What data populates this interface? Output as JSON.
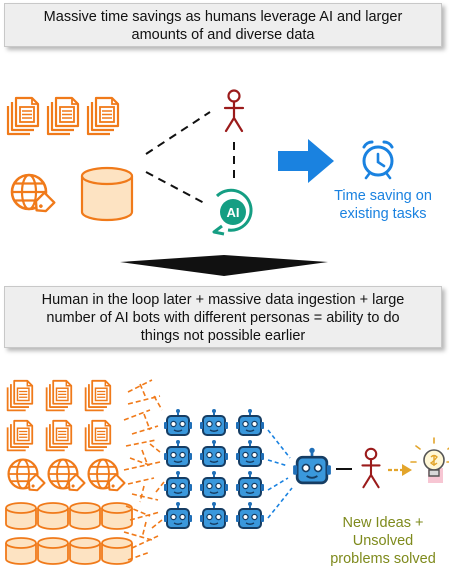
{
  "top_banner": {
    "line1": "Massive time savings as humans leverage AI and larger",
    "line2": "amounts of and diverse data"
  },
  "middle_banner": {
    "line1": "Human in the loop later + massive data ingestion + large",
    "line2": "number of AI bots with different personas = ability to do",
    "line3": "things not possible earlier"
  },
  "ai_badge": "AI",
  "time_caption": {
    "line1": "Time saving on",
    "line2": "existing tasks"
  },
  "outcome_caption": {
    "line1": "New Ideas +",
    "line2": "Unsolved",
    "line3": "problems solved"
  },
  "colors": {
    "orange": "#f07a1a",
    "blue": "#1a82e0",
    "teal": "#159e83",
    "dark_red": "#9b1b1b",
    "olive": "#7e8a1c",
    "robot_blue": "#1f6fb8",
    "drum_fill": "#fde3c2"
  },
  "icons": {
    "documents": "document-stack-icon",
    "globe": "globe-icon",
    "database": "database-icon",
    "person": "person-icon",
    "ai_assistant": "ai-assistant-icon",
    "alarm_clock": "alarm-clock-icon",
    "robot": "robot-icon",
    "lightbulb": "lightbulb-icon"
  }
}
